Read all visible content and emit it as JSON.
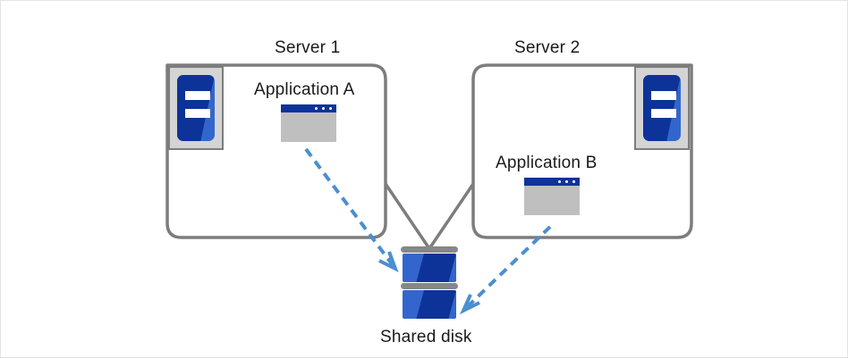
{
  "diagram": {
    "title_server1": "Server 1",
    "title_server2": "Server 2",
    "app_a_label": "Application  A",
    "app_b_label": "Application  B",
    "shared_disk_label": "Shared disk",
    "colors": {
      "box_border": "#7d7d7d",
      "connector": "#7d7d7d",
      "access_arrow": "#4a8fd0",
      "icon_blue_light": "#3366cc",
      "icon_blue_dark": "#0d3399",
      "icon_gray": "#bfbfbf",
      "canvas_border": "#e3e3e3",
      "text": "#1a1a1a"
    },
    "icons": {
      "server1": "server-icon",
      "server2": "server-icon",
      "app_a": "application-window-icon",
      "app_b": "application-window-icon",
      "disk": "disk-stack-icon"
    },
    "connections": [
      {
        "name": "server1-to-disk",
        "style": "solid",
        "from": "server-1-box",
        "to": "shared-disk"
      },
      {
        "name": "server2-to-disk",
        "style": "solid",
        "from": "server-2-box",
        "to": "shared-disk"
      },
      {
        "name": "app-a-access-disk",
        "style": "dashed-arrow",
        "from": "application-a",
        "to": "shared-disk"
      },
      {
        "name": "app-b-access-disk",
        "style": "dashed-arrow",
        "from": "application-b",
        "to": "shared-disk"
      }
    ]
  }
}
